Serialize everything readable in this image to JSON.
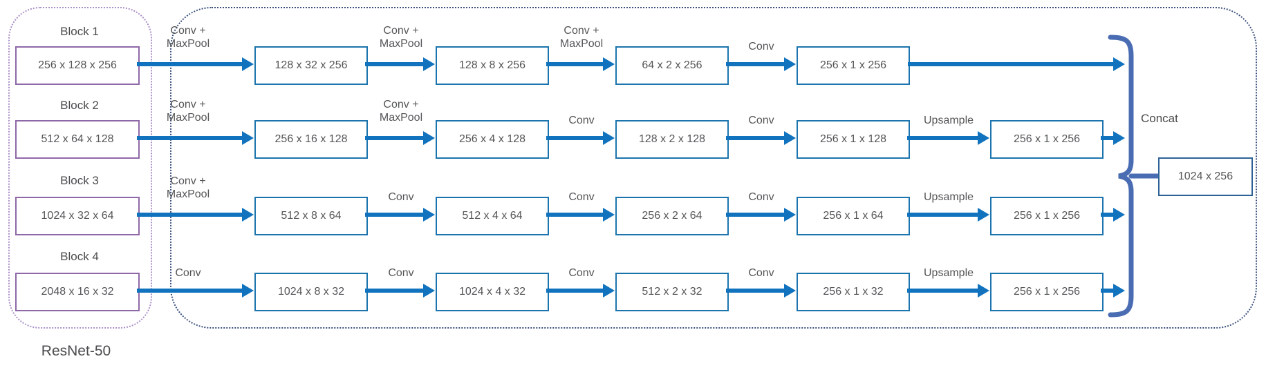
{
  "colors": {
    "arrow_blue": "#1173be",
    "box_border_blue": "#1b74ad",
    "block_border_purple": "#8f68a8",
    "brace_slate_blue": "#4a6cb3",
    "left_panel_dotted": "#a98fc7",
    "right_panel_dotted": "#3a4f7c",
    "text_gray": "#545557"
  },
  "resnet": {
    "title": "ResNet-50",
    "blocks": [
      {
        "name": "Block 1",
        "dims": "256 x 128 x 256"
      },
      {
        "name": "Block 2",
        "dims": "512 x 64 x 128"
      },
      {
        "name": "Block 3",
        "dims": "1024 x 32 x 64"
      },
      {
        "name": "Block 4",
        "dims": "2048 x 16 x 32"
      }
    ]
  },
  "rows": [
    {
      "ops": {
        "g0": "Conv +\nMaxPool",
        "g1": "Conv +\nMaxPool",
        "g2": "Conv +\nMaxPool",
        "g3": "Conv"
      },
      "boxes": [
        "128 x 32 x 256",
        "128 x 8 x 256",
        "64 x 2 x 256",
        "256 x 1 x 256"
      ]
    },
    {
      "ops": {
        "g0": "Conv +\nMaxPool",
        "g1": "Conv +\nMaxPool",
        "g2": "Conv",
        "g3": "Conv",
        "g4": "Upsample"
      },
      "boxes": [
        "256 x 16 x 128",
        "256 x 4 x 128",
        "128 x 2 x 128",
        "256 x 1 x 128",
        "256 x 1 x 256"
      ]
    },
    {
      "ops": {
        "g0": "Conv +\nMaxPool",
        "g1": "Conv",
        "g2": "Conv",
        "g3": "Conv",
        "g4": "Upsample"
      },
      "boxes": [
        "512 x 8 x 64",
        "512 x 4 x 64",
        "256 x 2 x 64",
        "256 x 1 x 64",
        "256 x 1 x 256"
      ]
    },
    {
      "ops": {
        "g0": "Conv",
        "g1": "Conv",
        "g2": "Conv",
        "g3": "Conv",
        "g4": "Upsample"
      },
      "boxes": [
        "1024 x 8 x 32",
        "1024 x 4 x 32",
        "512 x 2 x 32",
        "256 x 1 x 32",
        "256 x 1 x 256"
      ]
    }
  ],
  "concat": {
    "label": "Concat",
    "output_dims": "1024 x 256"
  }
}
